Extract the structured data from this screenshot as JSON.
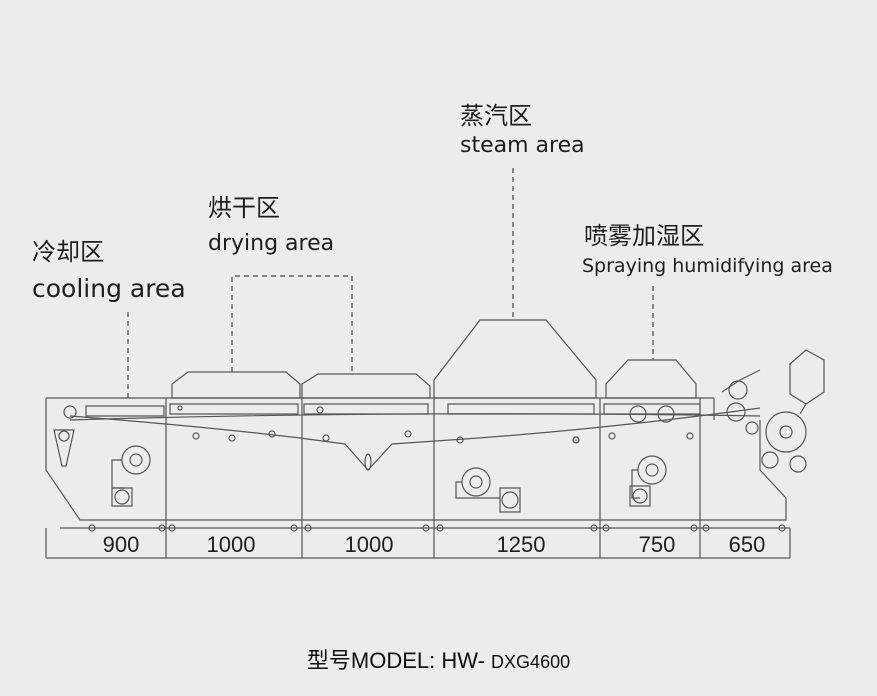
{
  "areas": {
    "cooling": {
      "zh": "冷却区",
      "en": "cooling area"
    },
    "drying": {
      "zh": "烘干区",
      "en": "drying area"
    },
    "steam": {
      "zh": "蒸汽区",
      "en": "steam area"
    },
    "spraying": {
      "zh": "喷雾加湿区",
      "en": "Spraying humidifying area"
    }
  },
  "dimensions": [
    "900",
    "1000",
    "1000",
    "1250",
    "750",
    "650"
  ],
  "model": {
    "prefix": "型号MODEL: HW-",
    "code": "DXG4600"
  },
  "colors": {
    "background": "#ececec",
    "line": "#555555",
    "text": "#1e1e1e"
  }
}
